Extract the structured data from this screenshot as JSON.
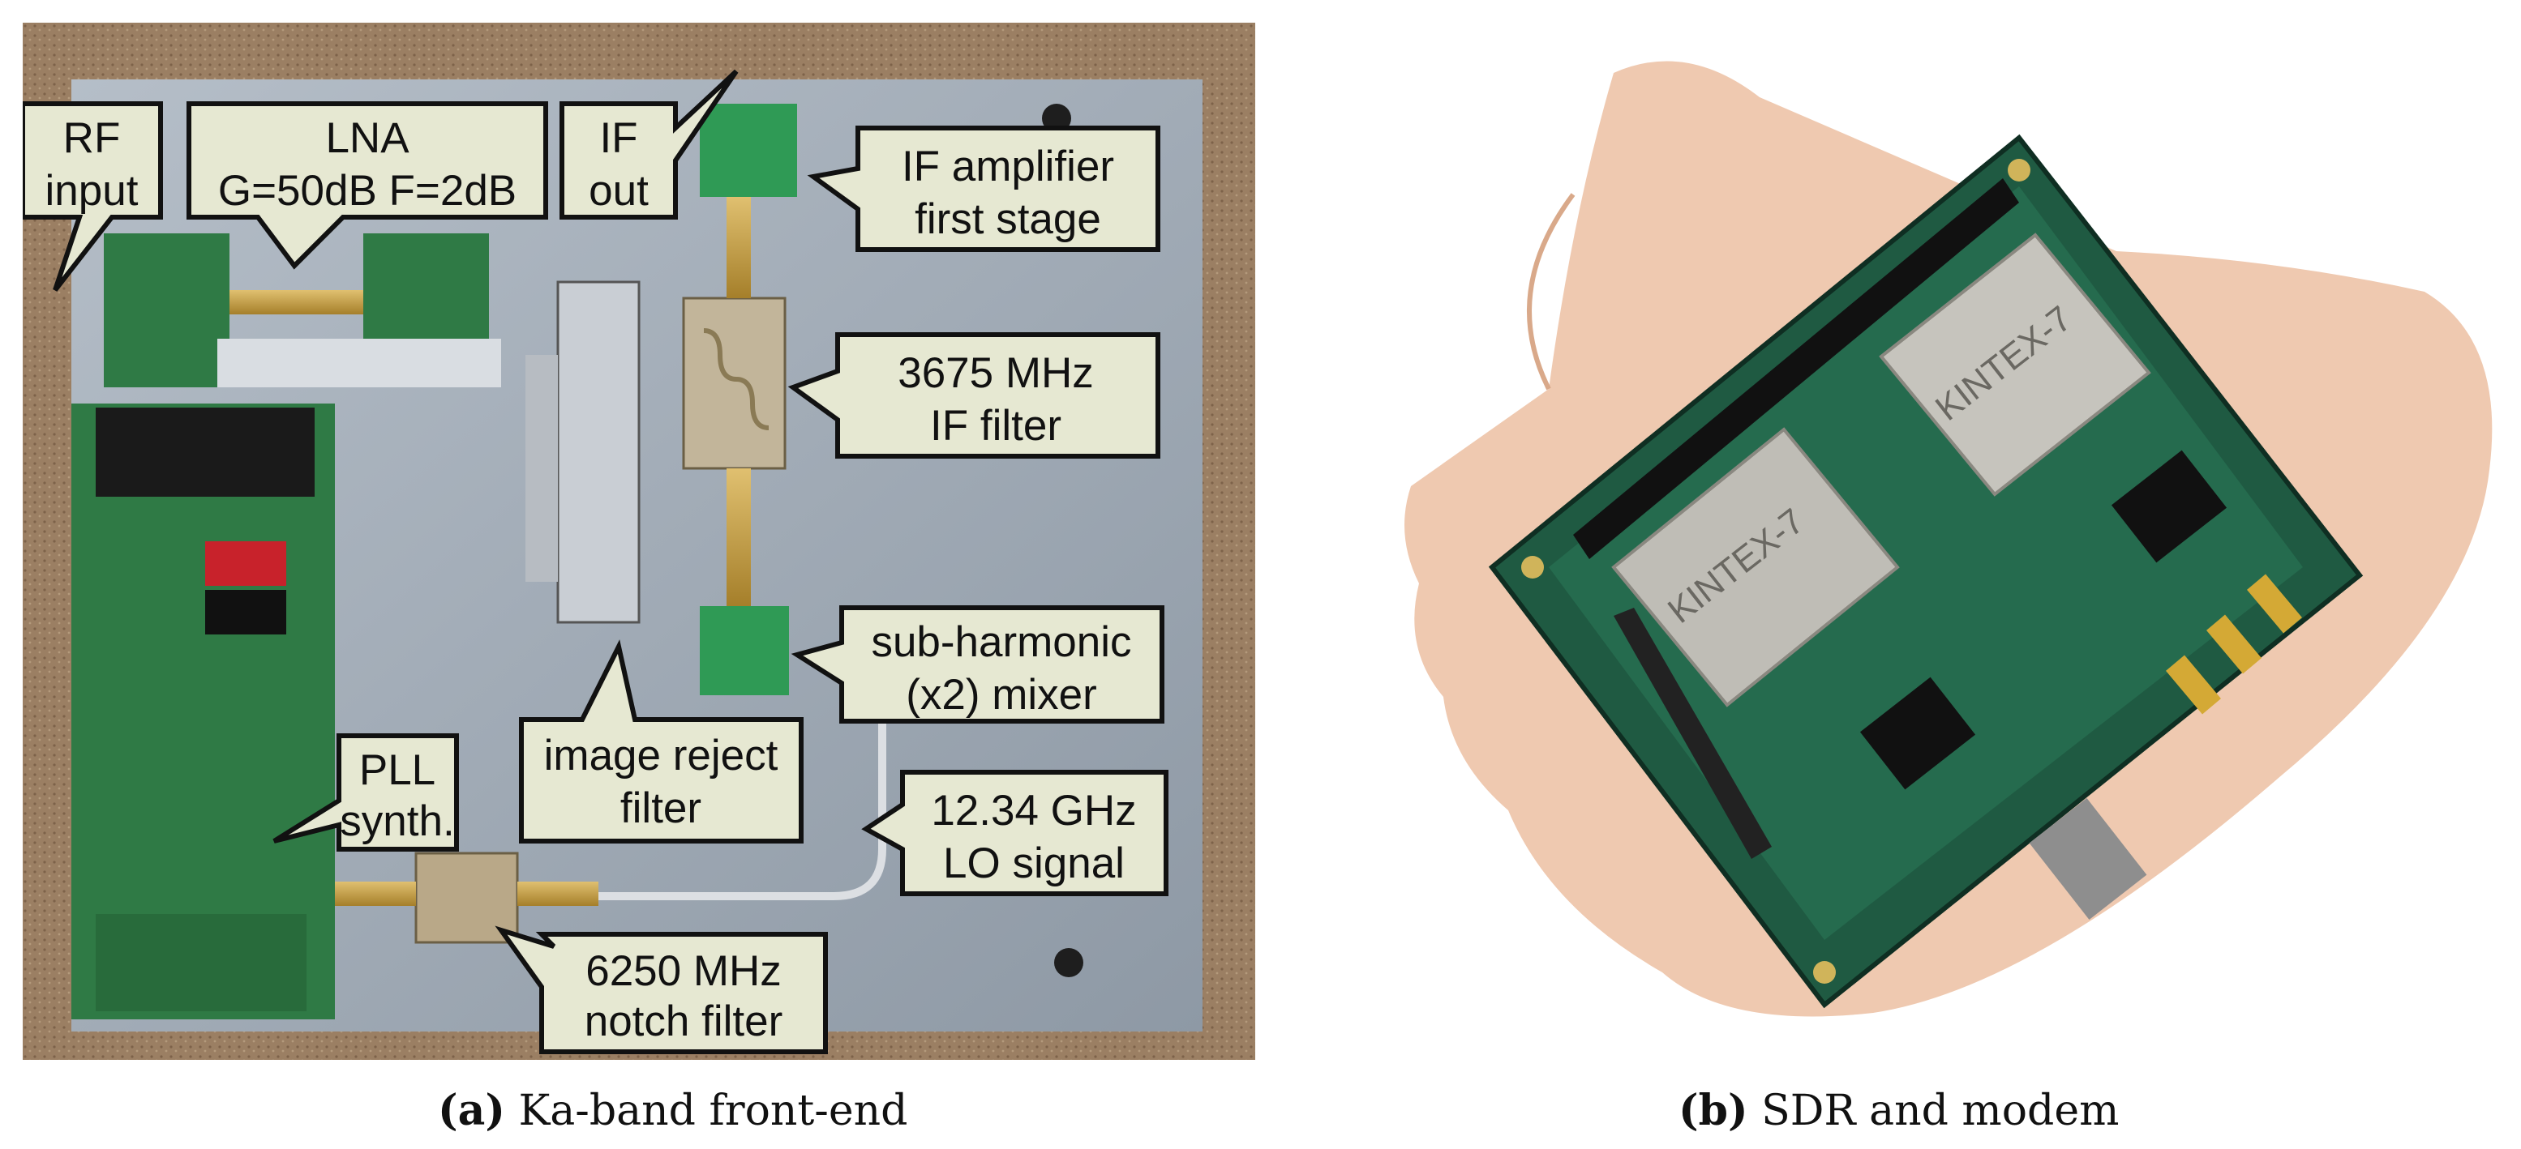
{
  "panel_a": {
    "labels": {
      "rf_input": [
        "RF",
        "input"
      ],
      "lna": [
        "LNA",
        "G=50dB F=2dB"
      ],
      "if_out": [
        "IF",
        "out"
      ],
      "if_amp": [
        "IF amplifier",
        "first stage"
      ],
      "if_filter": [
        "3675 MHz",
        "IF filter"
      ],
      "mixer": [
        "sub-harmonic",
        "(x2) mixer"
      ],
      "pll": [
        "PLL",
        "synth."
      ],
      "image_reject": [
        "image reject",
        "filter"
      ],
      "lo_signal": [
        "12.34 GHz",
        "LO signal"
      ],
      "notch": [
        "6250 MHz",
        "notch filter"
      ]
    },
    "caption": {
      "letter": "a",
      "text": "Ka-band front-end"
    }
  },
  "panel_b": {
    "chip_text": "KINTEX-7",
    "caption": {
      "letter": "b",
      "text": "SDR and modem"
    }
  },
  "colors": {
    "callout_fill": "#e6e8d2",
    "callout_stroke": "#111111",
    "pcb_green": "#2f7a45",
    "aluminum": "#a9b3bd",
    "cork": "#9b7f63"
  }
}
